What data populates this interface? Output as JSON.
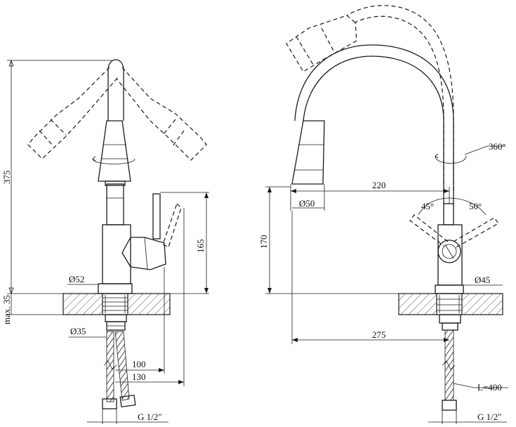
{
  "colors": {
    "line": "#1a1a1a",
    "hatch": "#555555",
    "background": "#ffffff"
  },
  "left_view": {
    "dimensions": {
      "height_total": "375",
      "mount_thickness": "max. 35",
      "body_diameter": "Ø52",
      "hose_diameter": "Ø35",
      "handle_height": "165",
      "reach_100": "100",
      "reach_130": "130",
      "thread": "G 1/2\""
    }
  },
  "right_view": {
    "dimensions": {
      "rotation": "360°",
      "spout_reach": "220",
      "head_diameter": "Ø50",
      "spout_height": "170",
      "angle_left": "45°",
      "angle_right": "50°",
      "body_diameter": "Ø45",
      "total_reach": "275",
      "hose_length": "L=400",
      "thread": "G 1/2\""
    }
  }
}
